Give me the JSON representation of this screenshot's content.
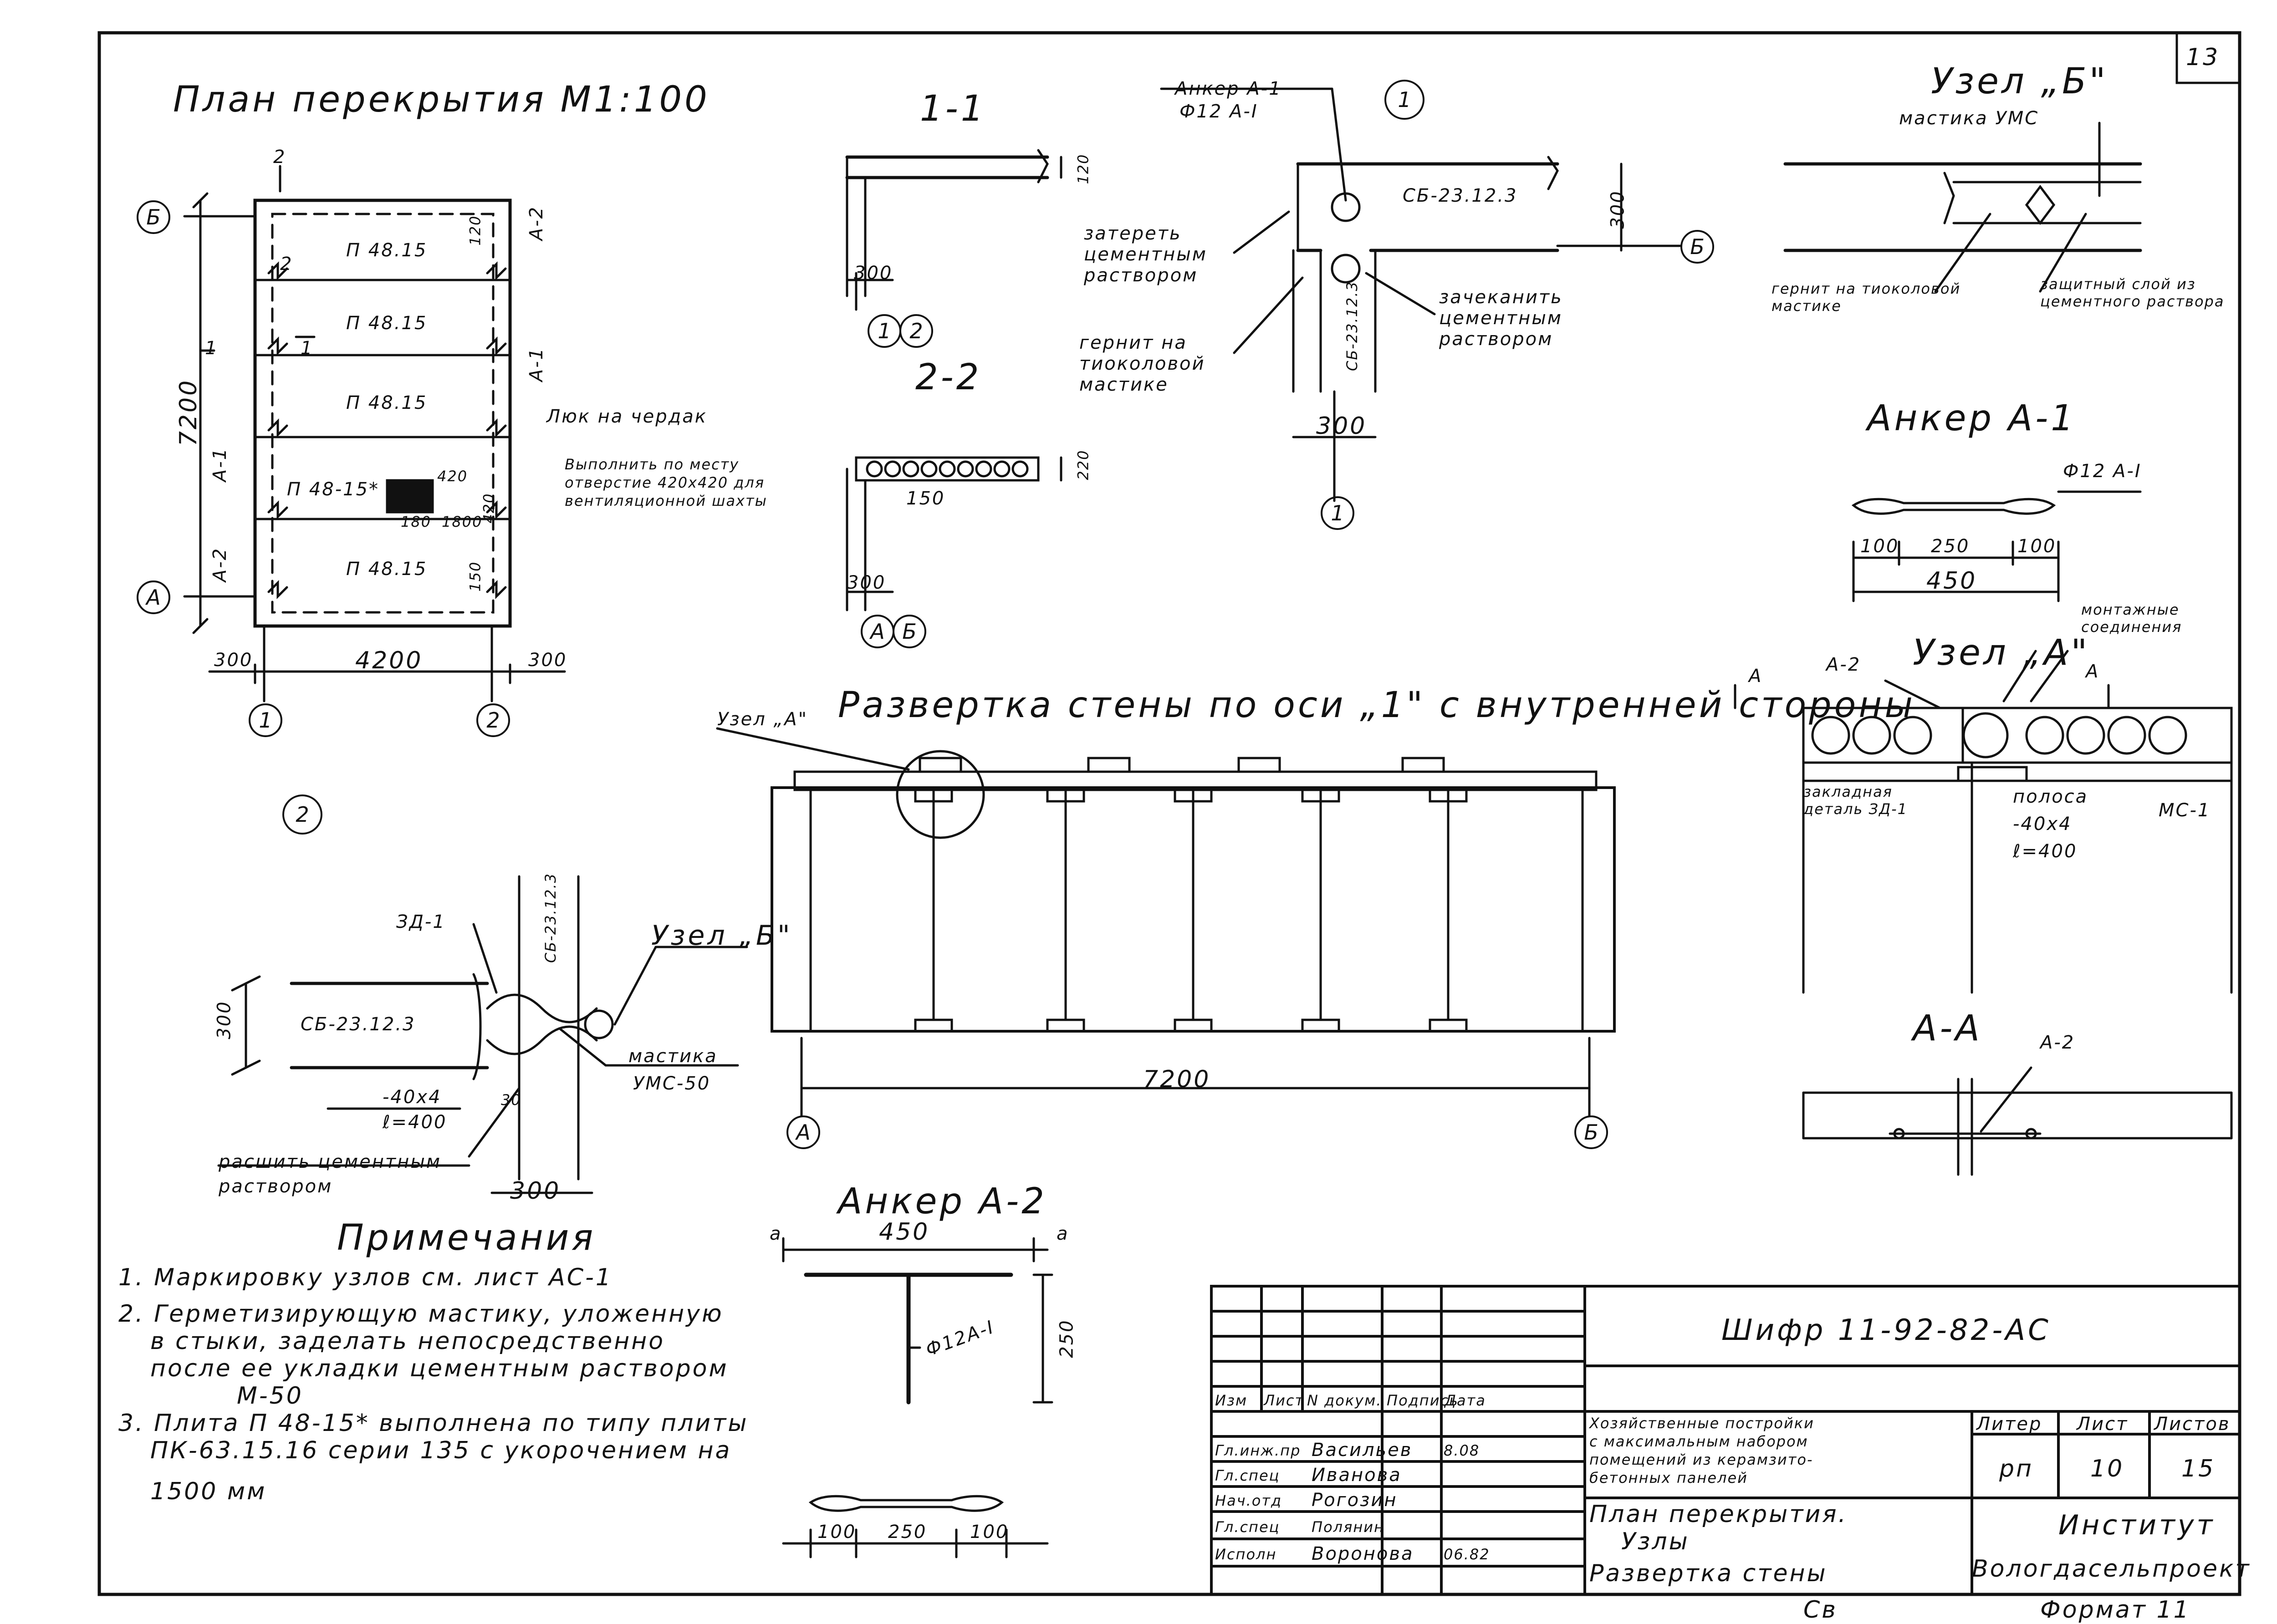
{
  "sheet": {
    "number": "13",
    "format": "Формат 11",
    "copied": "Св"
  },
  "plan": {
    "title": "План перекрытия  М1:100",
    "slabs": [
      "П 48.15",
      "П 48.15",
      "П 48.15",
      "П 48-15*",
      "П 48.15"
    ],
    "axes_rows": [
      "Б",
      "А"
    ],
    "axes_cols": [
      "1",
      "2"
    ],
    "dims": {
      "total_height": "7200",
      "total_width": "4200",
      "edge_left": "300",
      "edge_right": "300",
      "d120": "120",
      "d150": "150"
    },
    "anchors": [
      "А-1",
      "А-2",
      "А-1",
      "А-2"
    ],
    "section_marks": [
      "2",
      "2",
      "1",
      "1"
    ],
    "notes": [
      "Люк на чердак",
      "Выполнить по месту отверстие 420х420 для вентиляционной шахты"
    ],
    "hole_dims": [
      "420",
      "180",
      "1800",
      "420"
    ]
  },
  "section11": {
    "title": "1-1",
    "d120": "120",
    "d300": "300",
    "axes": [
      "1",
      "2"
    ]
  },
  "section22": {
    "title": "2-2",
    "d220": "220",
    "d150": "150",
    "d300": "300",
    "axes": [
      "А",
      "Б"
    ]
  },
  "node1": {
    "bubble": "1",
    "anchor_label": "Анкер А-1",
    "anchor_spec": "Ф12 А-I",
    "panel": "СБ-23.12.3",
    "dim300v": "300",
    "dim300h": "300",
    "axis_row": "Б",
    "axis_col": "1",
    "note_left1": "затереть цементным раствором",
    "note_left2": "гернит на тиоколовой мастике",
    "note_right": "зачеканить цементным раствором",
    "column_label": "СБ-23.12.3"
  },
  "nodeB": {
    "title": "Узел „Б\"",
    "mastic": "мастика УМС",
    "note_left": "гернит на тиоколовой мастике",
    "note_right": "защитный слой из цементного раствора"
  },
  "anchorA1": {
    "title": "Анкер А-1",
    "spec": "Ф12 А-I",
    "dims": [
      "100",
      "250",
      "100"
    ],
    "total": "450"
  },
  "nodeA": {
    "title": "Узел „А\"",
    "ref_a2": "А-2",
    "section_marks": [
      "А",
      "А"
    ],
    "note_top": "монтажные соединения",
    "note_left": "закладная деталь ЗД-1",
    "note_right1": "полоса",
    "note_right2": "-40х4",
    "note_right3": "ℓ=400",
    "mc": "МС-1"
  },
  "sectionAA": {
    "title": "А-А",
    "ref": "А-2"
  },
  "elevation": {
    "title": "Развертка стены по оси „1\" с внутренней стороны",
    "node_ref": "Узел „А\"",
    "dim": "7200",
    "axes": [
      "А",
      "Б"
    ]
  },
  "node2": {
    "bubble": "2",
    "zd": "ЗД-1",
    "panel": "СБ-23.12.3",
    "dim300v": "300",
    "dim300h": "300",
    "strip1": "-40х4",
    "strip2": "ℓ=400",
    "dim30": "30",
    "note_left": "расшить цементным раствором",
    "node_ref": "Узел „Б\"",
    "mastic1": "мастика",
    "mastic2": "УМС-50",
    "column_label": "СБ-23.12.3"
  },
  "anchorA2": {
    "title": "Анкер А-2",
    "top": "450",
    "side": "250",
    "mark": "а",
    "spec": "Ф12А-I",
    "dims": [
      "100",
      "250",
      "100"
    ]
  },
  "notes": {
    "title": "Примечания",
    "items": [
      "1. Маркировку узлов см. лист АС-1",
      "2. Герметизирующую мастику, уложенную",
      "в стыки, заделать непосредственно",
      "после ее укладки цементным раствором",
      "М-50",
      "3. Плита  П 48-15* выполнена по типу плиты",
      "ПК-63.15.16 серии 135 с укорочением на",
      "1500 мм"
    ]
  },
  "stamp": {
    "code": "Шифр   11-92-82-АС",
    "project": [
      "Хозяйственные постройки",
      "с максимальным набором",
      "помещений из керамзито-",
      "бетонных панелей"
    ],
    "sheet_title": [
      "План перекрытия.",
      "Узлы",
      "Развертка стены"
    ],
    "headers": [
      "Изм",
      "Лист",
      "N докум.",
      "Подпись",
      "Дата"
    ],
    "roles": [
      {
        "role": "Гл.инж.пр",
        "name": "Васильев",
        "date": "8.08"
      },
      {
        "role": "Гл.спец",
        "name": "Иванова",
        "date": ""
      },
      {
        "role": "Нач.отд",
        "name": "Рогозин",
        "date": ""
      },
      {
        "role": "Гл.спец",
        "name": "Полянин",
        "date": ""
      },
      {
        "role": "Исполн",
        "name": "Воронова",
        "date": "06.82"
      }
    ],
    "stage_headers": [
      "Литер",
      "Лист",
      "Листов"
    ],
    "stage": "рп",
    "sheet": "10",
    "sheets": "15",
    "org": [
      "Институт",
      "Вологдасельпроект"
    ]
  }
}
